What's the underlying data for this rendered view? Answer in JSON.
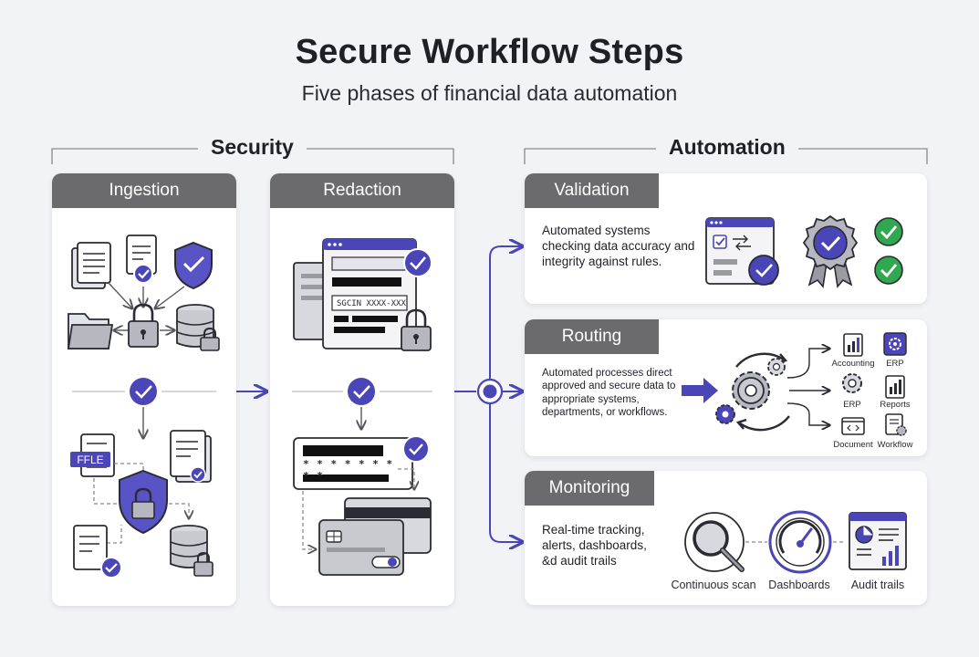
{
  "title": "Secure Workflow Steps",
  "subtitle": "Five phases of financial data automation",
  "groups": {
    "security": "Security",
    "automation": "Automation"
  },
  "phases": {
    "ingestion": {
      "title": "Ingestion",
      "badge": "FFLE"
    },
    "redaction": {
      "title": "Redaction",
      "masked_text": "SGCIN XXXX-XXX",
      "masked_digits": "* * * * * * * * *"
    },
    "validation": {
      "title": "Validation",
      "description": "Automated systems checking data accuracy and integrity against rules."
    },
    "routing": {
      "title": "Routing",
      "description": "Automated processes direct approved and secure data to appropriate systems, departments, or workflows.",
      "targets": [
        "Accounting",
        "ERP",
        "ERP",
        "Reports",
        "Document",
        "Workflow"
      ]
    },
    "monitoring": {
      "title": "Monitoring",
      "description": "Real-time tracking, alerts, dashboards, &d audit trails",
      "items": [
        "Continuous scan",
        "Dashboards",
        "Audit trails"
      ]
    }
  },
  "colors": {
    "accent": "#4b46b8",
    "gray": "#6b6b6f",
    "success": "#2fa84f"
  }
}
